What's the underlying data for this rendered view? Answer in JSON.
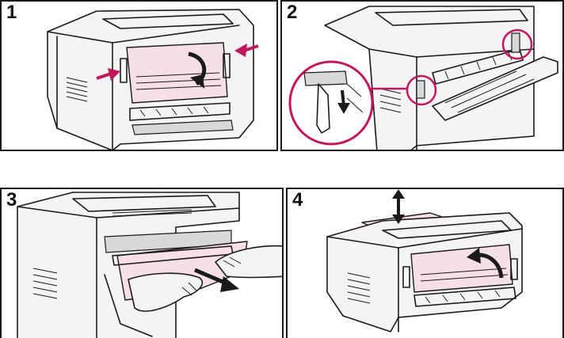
{
  "figure": {
    "accent_color": "#c2185b",
    "paper_color": "#f6dfe6",
    "steps": [
      {
        "number": "1"
      },
      {
        "number": "2"
      },
      {
        "number": "3"
      },
      {
        "number": "4"
      }
    ]
  }
}
